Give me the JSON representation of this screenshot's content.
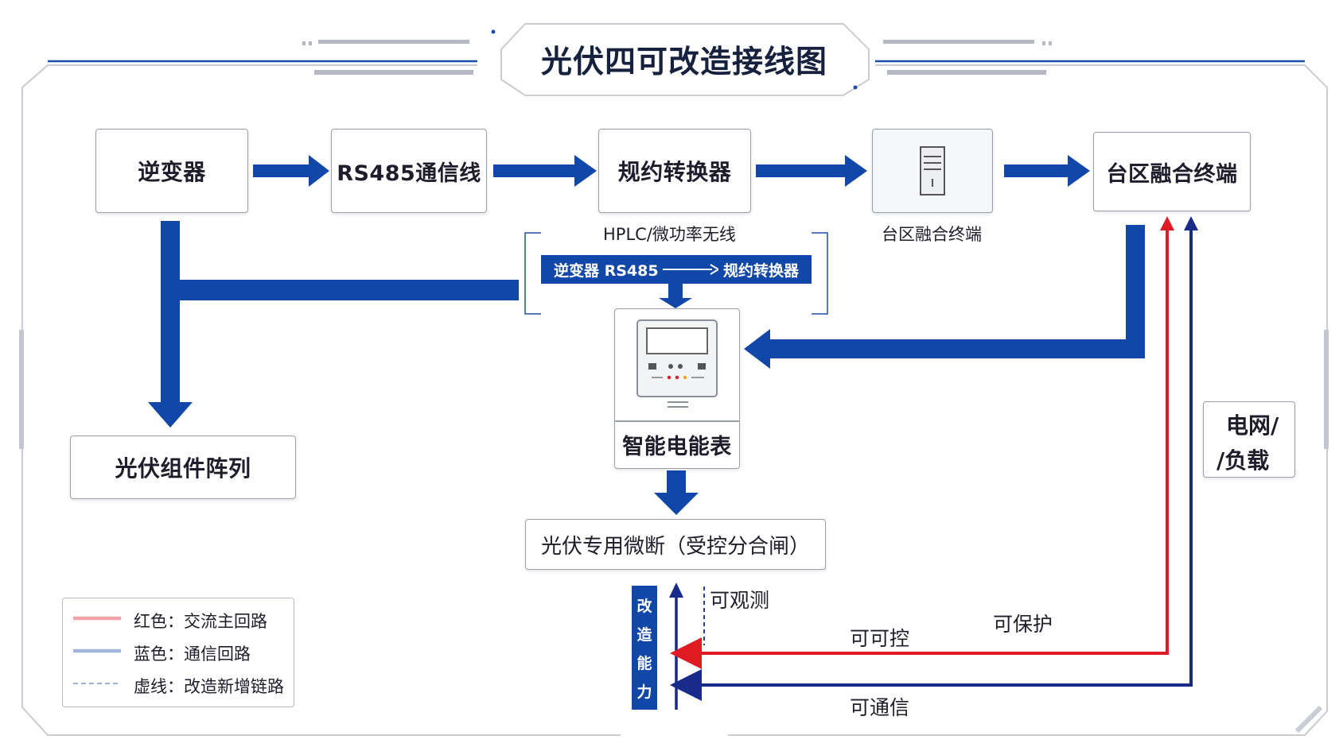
{
  "title": "光伏四可改造接线图",
  "nodes": {
    "inverter": "逆变器",
    "rs485": "RS485通信线",
    "converter": "规约转换器",
    "terminal_mid_caption": "台区融合终端",
    "terminal": "台区融合终端",
    "pv_array": "光伏组件阵列",
    "meter": "智能电能表",
    "breaker": "光伏专用微断（受控分合闸）",
    "grid_load_line1": "电网/",
    "grid_load_line2": "/负载"
  },
  "labels": {
    "hplc": "HPLC/微功率无线",
    "banner_left": "逆变器 RS485",
    "banner_right": "规约转换器",
    "capability_chars": [
      "改",
      "造",
      "能",
      "力"
    ],
    "observe": "可观测",
    "control": "可可控",
    "protect": "可保护",
    "communicate": "可通信"
  },
  "legend": [
    {
      "label": "红色：交流主回路",
      "style": "red"
    },
    {
      "label": "蓝色：通信回路",
      "style": "blue"
    },
    {
      "label": "虚线：改造新增链路",
      "style": "dashed"
    }
  ],
  "colors": {
    "blue": "#1147a8",
    "red": "#e01b24",
    "navy": "#1a2a8a",
    "frame": "#c8ccd3",
    "title": "#16213e"
  }
}
